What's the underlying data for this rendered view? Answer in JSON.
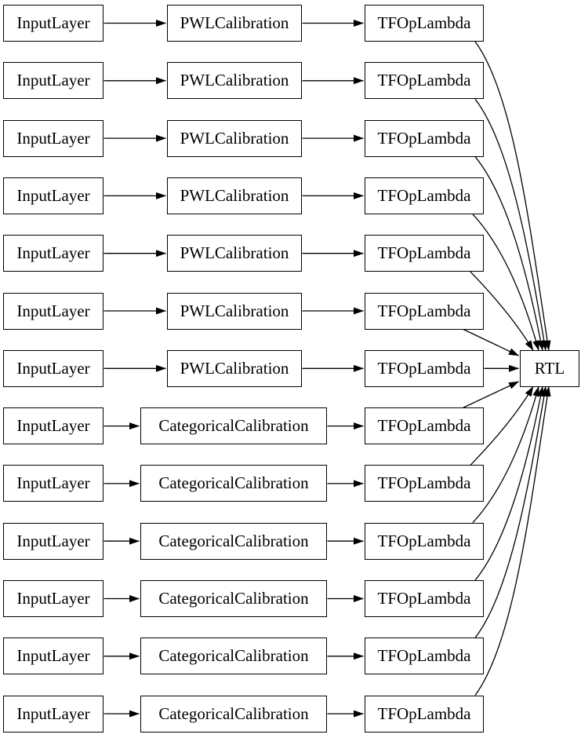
{
  "diagram": {
    "kind": "model-architecture-graph",
    "colors": {
      "background": "#ffffff",
      "node_fill": "#ffffff",
      "node_border": "#000000",
      "edge": "#000000",
      "text": "#000000"
    },
    "rows": [
      {
        "input": "InputLayer",
        "calibration": "PWLCalibration",
        "lambda": "TFOpLambda"
      },
      {
        "input": "InputLayer",
        "calibration": "PWLCalibration",
        "lambda": "TFOpLambda"
      },
      {
        "input": "InputLayer",
        "calibration": "PWLCalibration",
        "lambda": "TFOpLambda"
      },
      {
        "input": "InputLayer",
        "calibration": "PWLCalibration",
        "lambda": "TFOpLambda"
      },
      {
        "input": "InputLayer",
        "calibration": "PWLCalibration",
        "lambda": "TFOpLambda"
      },
      {
        "input": "InputLayer",
        "calibration": "PWLCalibration",
        "lambda": "TFOpLambda"
      },
      {
        "input": "InputLayer",
        "calibration": "PWLCalibration",
        "lambda": "TFOpLambda"
      },
      {
        "input": "InputLayer",
        "calibration": "CategoricalCalibration",
        "lambda": "TFOpLambda"
      },
      {
        "input": "InputLayer",
        "calibration": "CategoricalCalibration",
        "lambda": "TFOpLambda"
      },
      {
        "input": "InputLayer",
        "calibration": "CategoricalCalibration",
        "lambda": "TFOpLambda"
      },
      {
        "input": "InputLayer",
        "calibration": "CategoricalCalibration",
        "lambda": "TFOpLambda"
      },
      {
        "input": "InputLayer",
        "calibration": "CategoricalCalibration",
        "lambda": "TFOpLambda"
      },
      {
        "input": "InputLayer",
        "calibration": "CategoricalCalibration",
        "lambda": "TFOpLambda"
      }
    ],
    "output_label": "RTL"
  }
}
